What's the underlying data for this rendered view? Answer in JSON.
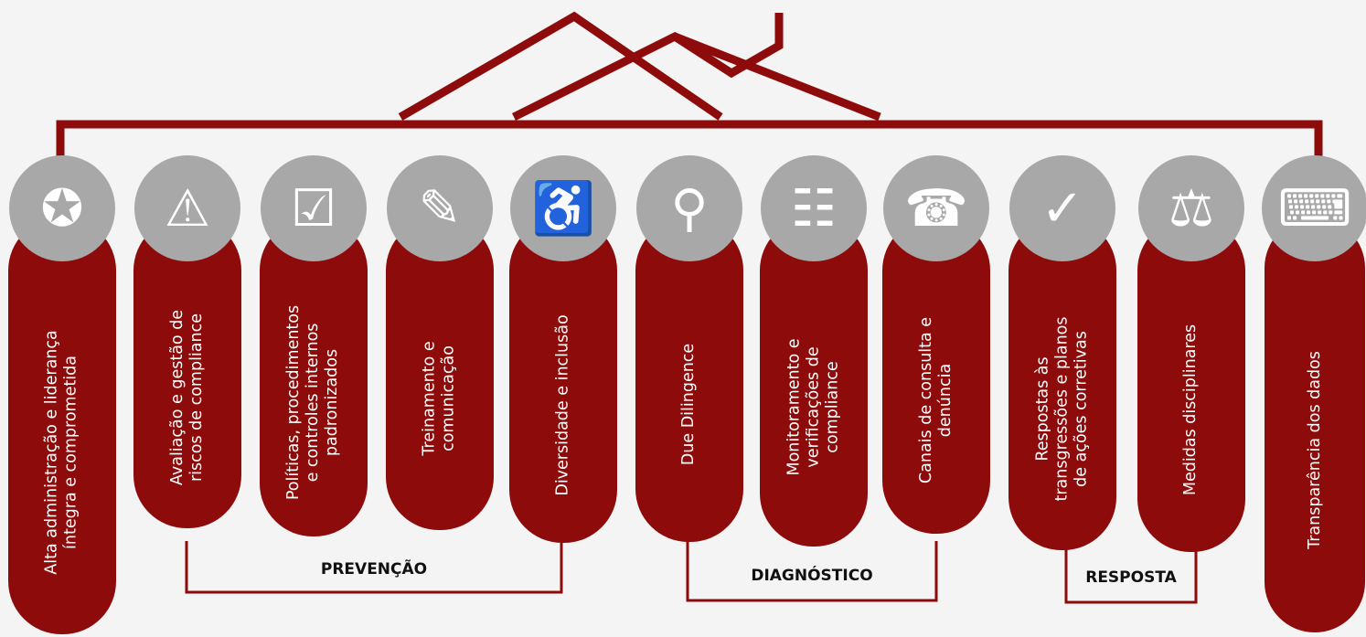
{
  "colors": {
    "primary": "#8e0b0b",
    "icon_bg": "#a8a8a8",
    "background": "#f4f4f4",
    "bracket": "#8e0b0b"
  },
  "pillars": [
    {
      "label": "Alta administração e liderança\níntegra e comprometida",
      "icon": "leadership-icon",
      "glyph": "✪"
    },
    {
      "label": "Avaliação e gestão de\nriscos de compliance",
      "icon": "risk-icon",
      "glyph": "⚠"
    },
    {
      "label": "Políticas, procedimentos\ne controles internos\npadronizados",
      "icon": "policies-icon",
      "glyph": "☑"
    },
    {
      "label": "Treinamento e\ncomunicação",
      "icon": "training-icon",
      "glyph": "✎"
    },
    {
      "label": "Diversidade e inclusão",
      "icon": "diversity-icon",
      "glyph": "♿"
    },
    {
      "label": "Due Dilingence",
      "icon": "due-diligence-icon",
      "glyph": "⚲"
    },
    {
      "label": "Monitoramento e\nverificações de\ncompliance",
      "icon": "monitoring-icon",
      "glyph": "☷"
    },
    {
      "label": "Canais de consulta e\ndenúncia",
      "icon": "helpline-icon",
      "glyph": "☎"
    },
    {
      "label": "Respostas às\ntransgressões e planos\nde ações corretivas",
      "icon": "corrective-actions-icon",
      "glyph": "✓"
    },
    {
      "label": "Medidas disciplinares",
      "icon": "disciplinary-icon",
      "glyph": "⚖"
    },
    {
      "label": "Transparência dos dados",
      "icon": "data-transparency-icon",
      "glyph": "⌨"
    }
  ],
  "groups": [
    {
      "label": "PREVENÇÃO"
    },
    {
      "label": "DIAGNÓSTICO"
    },
    {
      "label": "RESPOSTA"
    }
  ]
}
